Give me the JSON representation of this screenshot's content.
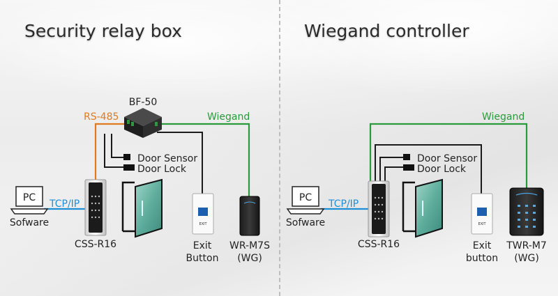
{
  "left_panel": {
    "title": "Security relay box",
    "labels": {
      "rs485": "RS-485",
      "hub": "BF-50",
      "wiegand": "Wiegand",
      "door_sensor": "Door Sensor",
      "door_lock": "Door Lock",
      "tcpip": "TCP/IP",
      "pc": "PC",
      "software": "Sofware",
      "controller": "CSS-R16",
      "exit_line1": "Exit",
      "exit_line2": "Button",
      "reader_line1": "WR-M7S",
      "reader_line2": "(WG)"
    }
  },
  "right_panel": {
    "title": "Wiegand controller",
    "labels": {
      "wiegand": "Wiegand",
      "door_sensor": "Door Sensor",
      "door_lock": "Door Lock",
      "tcpip": "TCP/IP",
      "pc": "PC",
      "software": "Sofware",
      "controller": "CSS-R16",
      "exit_line1": "Exit",
      "exit_line2": "button",
      "reader_line1": "TWR-M7",
      "reader_line2": "(WG)"
    }
  },
  "device_text": {
    "exit_button_label": "EXIT"
  },
  "colors": {
    "wiegand": "#2a9a3c",
    "rs485": "#e07a1f",
    "tcpip": "#1d8fd6",
    "wire": "#1a1a1a"
  }
}
